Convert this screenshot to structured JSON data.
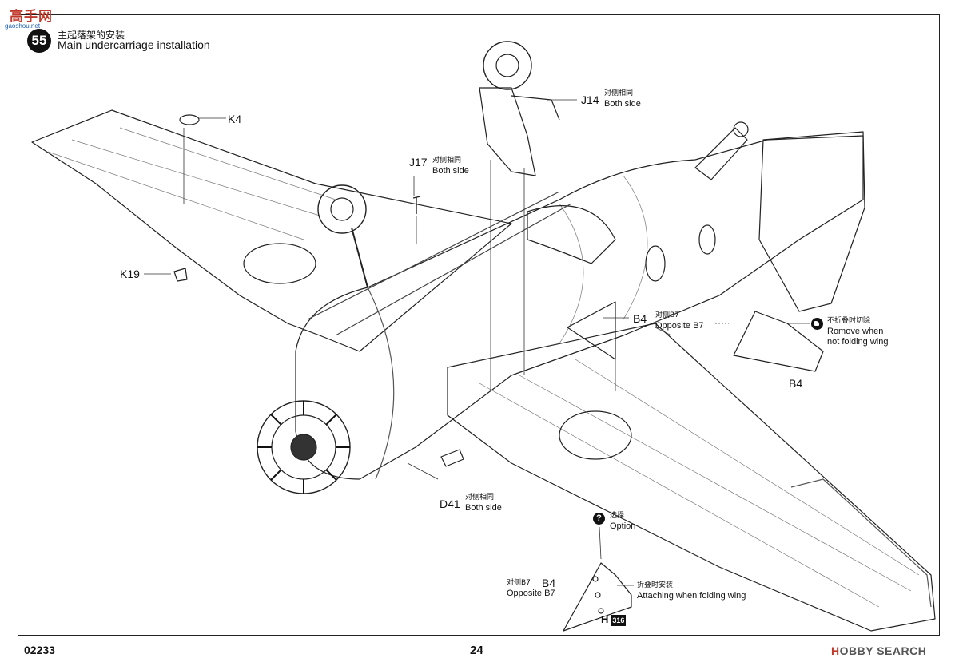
{
  "watermark": {
    "text": "高手网",
    "sub": "gaoshou.net"
  },
  "step": {
    "number": "55",
    "title_cn": "主起落架的安装",
    "title_en": "Main undercarriage installation"
  },
  "parts": {
    "k4": {
      "code": "K4"
    },
    "k19": {
      "code": "K19"
    },
    "j17": {
      "code": "J17",
      "cn": "对侧相同",
      "en": "Both side"
    },
    "j14": {
      "code": "J14",
      "cn": "对侧相同",
      "en": "Both side"
    },
    "b4_main": {
      "code": "B4",
      "cn": "对侧B7",
      "en": "Opposite B7"
    },
    "b4_remove": {
      "code": "B4",
      "cn": "不折叠时切除",
      "en1": "Romove when",
      "en2": "not folding wing"
    },
    "d41": {
      "code": "D41",
      "cn": "对侧相同",
      "en": "Both side"
    },
    "option": {
      "cn": "选择",
      "en": "Option"
    },
    "b4_fold": {
      "code": "B4",
      "cn": "对侧B7",
      "en": "Opposite B7",
      "attach_cn": "折叠时安装",
      "attach_en": "Attaching when folding wing"
    },
    "h_ref": {
      "letter": "H",
      "num": "316"
    }
  },
  "footer": {
    "code": "02233",
    "page": "24",
    "brand_pre": "H",
    "brand_rest": "OBBY SEARCH"
  },
  "icons": {
    "question": "?"
  }
}
